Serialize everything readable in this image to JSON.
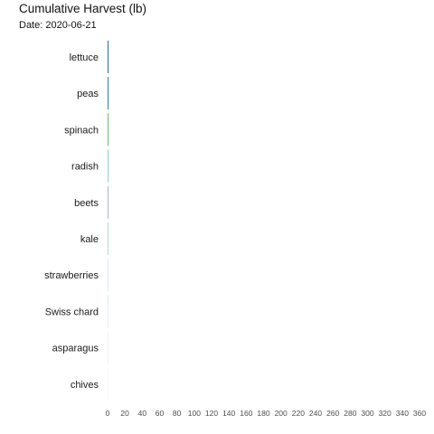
{
  "chart_data": {
    "type": "bar",
    "orientation": "horizontal",
    "title": "Cumulative Harvest (lb)",
    "subtitle": "Date: 2020-06-21",
    "xlabel": "",
    "ylabel": "",
    "categories": [
      "lettuce",
      "peas",
      "spinach",
      "radish",
      "beets",
      "kale",
      "strawberries",
      "Swiss chard",
      "asparagus",
      "chives"
    ],
    "values": [
      1.0,
      0.8,
      0.5,
      0.3,
      0.2,
      0.1,
      0.05,
      0.03,
      0.02,
      0.01
    ],
    "colors": [
      "#2c6e99",
      "#2f7fa8",
      "#6cba6a",
      "#8fd0c4",
      "#a3b9c6",
      "#b8dcc8",
      "#dbe8f0",
      "#e3eef4",
      "#edf3f6",
      "#f3f7f9"
    ],
    "xlim": [
      0,
      360
    ],
    "xticks": [
      0,
      20,
      40,
      60,
      80,
      100,
      120,
      140,
      160,
      180,
      200,
      220,
      240,
      260,
      280,
      300,
      320,
      340,
      360
    ],
    "grid": false,
    "legend": "none"
  }
}
